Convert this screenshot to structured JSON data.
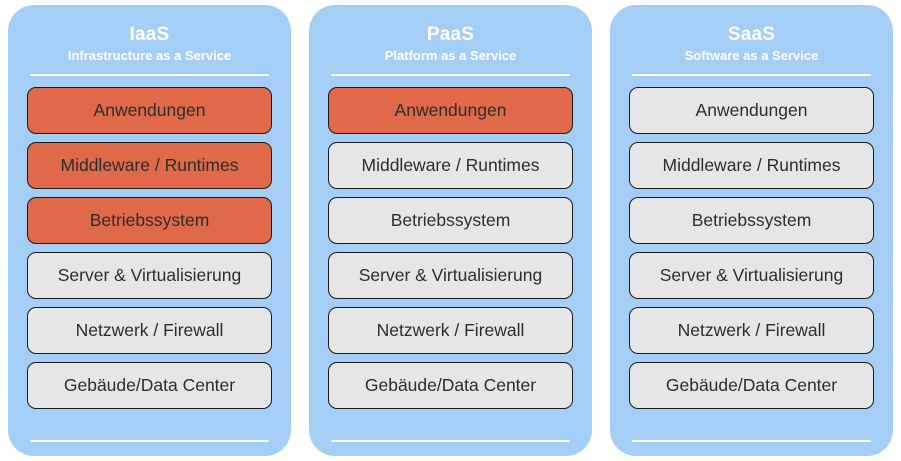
{
  "diagram": {
    "background_color": "#ffffff",
    "panel_color": "#a4cef6",
    "highlight_color": "#e0694a",
    "neutral_color": "#e6e6e6",
    "text_color": "#2d2d2d",
    "panels": [
      {
        "id": "iaas",
        "title": "IaaS",
        "subtitle": "Infrastructure as a Service",
        "layers": [
          {
            "label": "Anwendungen",
            "highlighted": true
          },
          {
            "label": "Middleware / Runtimes",
            "highlighted": true
          },
          {
            "label": "Betriebssystem",
            "highlighted": true
          },
          {
            "label": "Server & Virtualisierung",
            "highlighted": false
          },
          {
            "label": "Netzwerk / Firewall",
            "highlighted": false
          },
          {
            "label": "Gebäude/Data Center",
            "highlighted": false
          }
        ]
      },
      {
        "id": "paas",
        "title": "PaaS",
        "subtitle": "Platform as a Service",
        "layers": [
          {
            "label": "Anwendungen",
            "highlighted": true
          },
          {
            "label": "Middleware / Runtimes",
            "highlighted": false
          },
          {
            "label": "Betriebssystem",
            "highlighted": false
          },
          {
            "label": "Server & Virtualisierung",
            "highlighted": false
          },
          {
            "label": "Netzwerk / Firewall",
            "highlighted": false
          },
          {
            "label": "Gebäude/Data Center",
            "highlighted": false
          }
        ]
      },
      {
        "id": "saas",
        "title": "SaaS",
        "subtitle": "Software as a Service",
        "layers": [
          {
            "label": "Anwendungen",
            "highlighted": false
          },
          {
            "label": "Middleware / Runtimes",
            "highlighted": false
          },
          {
            "label": "Betriebssystem",
            "highlighted": false
          },
          {
            "label": "Server & Virtualisierung",
            "highlighted": false
          },
          {
            "label": "Netzwerk / Firewall",
            "highlighted": false
          },
          {
            "label": "Gebäude/Data Center",
            "highlighted": false
          }
        ]
      }
    ]
  }
}
